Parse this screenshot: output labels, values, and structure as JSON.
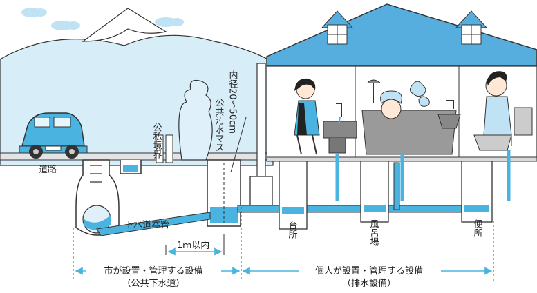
{
  "labels": {
    "road": "道路",
    "boundary": "公私境界",
    "public_box": "公共汚水マス",
    "box_diameter": "内径20～50cm",
    "sewer_main": "下水道本管",
    "within": "1ｍ以内",
    "kitchen": "台所",
    "bath": "風呂場",
    "toilet": "便所",
    "city_scope": "市が設置・管理する設備",
    "city_sub": "（公共下水道）",
    "private_scope": "個人が設置・管理する設備",
    "private_sub": "（排水設備）"
  },
  "colors": {
    "water": "#4bb3e0",
    "roof": "#55aedd",
    "mountain": "#d7edf8",
    "ground": "#e4e4e4",
    "outline": "#333333"
  }
}
